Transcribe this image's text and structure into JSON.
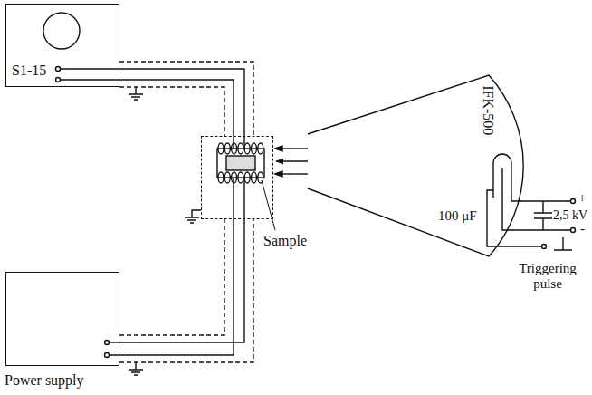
{
  "diagram": {
    "nodes": [
      {
        "text": [
          "S1-15"
        ]
      },
      {
        "text": [
          "Sample"
        ]
      },
      {
        "text": [
          "IFK-500"
        ]
      },
      {
        "text": [
          "Power supply"
        ]
      }
    ],
    "edges": [
      {
        "from": 0,
        "to": 1,
        "arrow": "none"
      },
      {
        "from": 3,
        "to": 1,
        "arrow": "none"
      },
      {
        "from": 2,
        "to": 1,
        "arrow": "to"
      }
    ],
    "labels": [
      "100 μF",
      "+",
      "2,5 kV",
      "-",
      "Triggering pulse"
    ]
  }
}
